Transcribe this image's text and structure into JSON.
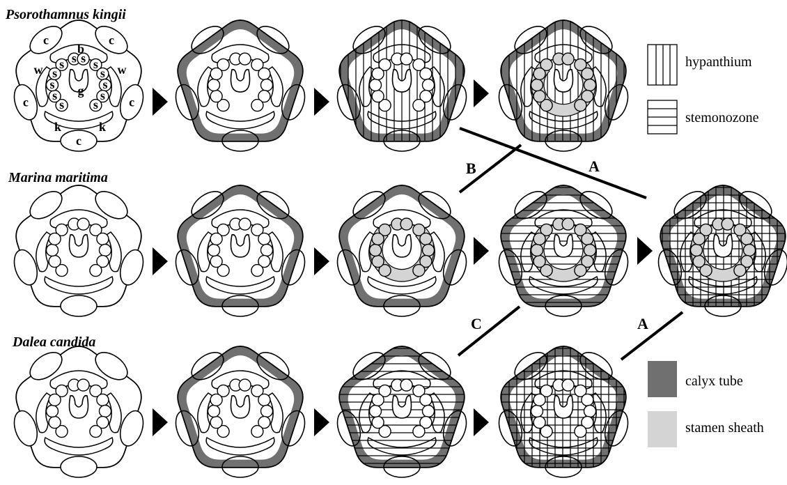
{
  "species": {
    "row1": "Psorothamnus kingii",
    "row2": "Marina maritima",
    "row3": "Dalea candida"
  },
  "organ_labels": {
    "calyx": "c",
    "banner": "b",
    "wing": "w",
    "keel": "k",
    "stamen": "s",
    "gynoecium": "g"
  },
  "legend": {
    "hypanthium": "hypanthium",
    "stemonozone": "stemonozone",
    "calyx_tube": "calyx tube",
    "stamen_sheath": "stamen sheath"
  },
  "pathways": {
    "a_upper": "A",
    "b": "B",
    "c": "C",
    "a_lower": "A"
  },
  "colors": {
    "calyx_tube": "#707070",
    "stamen_sheath": "#d4d4d4",
    "outline": "#000000",
    "background": "#ffffff"
  },
  "diagrams": {
    "row1": [
      {
        "calyx_tube": false,
        "hypanthium": false,
        "stemonozone": false,
        "stamen_sheath": false,
        "organ_letters": true
      },
      {
        "calyx_tube": true,
        "hypanthium": false,
        "stemonozone": false,
        "stamen_sheath": false
      },
      {
        "calyx_tube": true,
        "hypanthium": true,
        "stemonozone": false,
        "stamen_sheath": false
      },
      {
        "calyx_tube": true,
        "hypanthium": true,
        "stemonozone": false,
        "stamen_sheath": true
      }
    ],
    "row2": [
      {
        "calyx_tube": false,
        "hypanthium": false,
        "stemonozone": false,
        "stamen_sheath": false
      },
      {
        "calyx_tube": true,
        "hypanthium": false,
        "stemonozone": false,
        "stamen_sheath": false
      },
      {
        "calyx_tube": true,
        "hypanthium": false,
        "stemonozone": false,
        "stamen_sheath": true
      },
      {
        "calyx_tube": true,
        "hypanthium": false,
        "stemonozone": true,
        "stamen_sheath": true
      },
      {
        "calyx_tube": true,
        "hypanthium": true,
        "stemonozone": true,
        "stamen_sheath": true
      }
    ],
    "row3": [
      {
        "calyx_tube": false,
        "hypanthium": false,
        "stemonozone": false,
        "stamen_sheath": false
      },
      {
        "calyx_tube": true,
        "hypanthium": false,
        "stemonozone": false,
        "stamen_sheath": false
      },
      {
        "calyx_tube": true,
        "hypanthium": false,
        "stemonozone": true,
        "stamen_sheath": false
      },
      {
        "calyx_tube": true,
        "hypanthium": true,
        "stemonozone": true,
        "stamen_sheath": false
      }
    ]
  }
}
